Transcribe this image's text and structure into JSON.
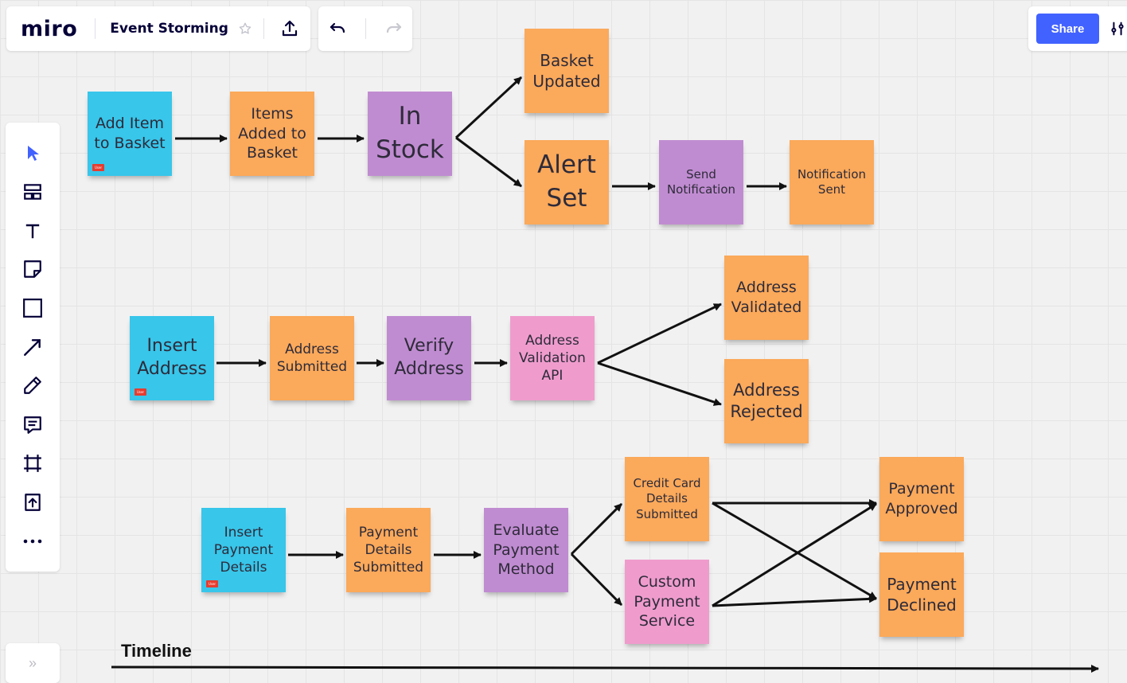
{
  "app": {
    "logo": "miro",
    "board_title": "Event Storming",
    "share_label": "Share"
  },
  "toolbar": {
    "tools": [
      "select-icon",
      "templates-icon",
      "text-icon",
      "sticky-note-icon",
      "shape-icon",
      "line-icon",
      "pen-icon",
      "comment-icon",
      "frame-icon",
      "upload-icon",
      "more-icon"
    ]
  },
  "flows": {
    "basket": {
      "add_item": "Add Item to Basket",
      "items_added": "Items Added to Basket",
      "in_stock": "In Stock",
      "basket_updated": "Basket Updated",
      "alert_set": "Alert Set",
      "send_notification": "Send Notification",
      "notification_sent": "Notification Sent"
    },
    "address": {
      "insert_address": "Insert Address",
      "address_submitted": "Address Submitted",
      "verify_address": "Verify Address",
      "validation_api": "Address Validation API",
      "address_validated": "Address Validated",
      "address_rejected": "Address Rejected"
    },
    "payment": {
      "insert_payment": "Insert Payment Details",
      "payment_submitted": "Payment Details Submitted",
      "evaluate_method": "Evaluate Payment Method",
      "card_submitted": "Credit Card Details Submitted",
      "custom_service": "Custom Payment Service",
      "payment_approved": "Payment Approved",
      "payment_declined": "Payment Declined"
    }
  },
  "user_tag": "User",
  "timeline_label": "Timeline",
  "colors": {
    "command": "#38c6ea",
    "event": "#fba95a",
    "policy": "#c08cd1",
    "external": "#ef9ccd",
    "accent": "#4262ff"
  }
}
